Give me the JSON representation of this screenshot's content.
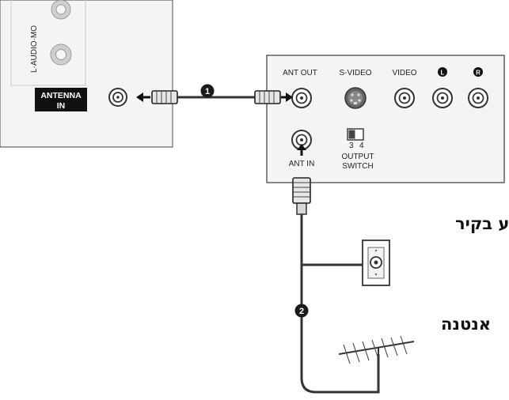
{
  "tv_panel": {
    "antenna_in_label": [
      "ANTENNA",
      "IN"
    ],
    "side_text": "L·AUDIO·MO"
  },
  "device_panel": {
    "port_labels": {
      "ant_out": "ANT OUT",
      "s_video": "S-VIDEO",
      "video": "VIDEO",
      "left": "L",
      "right": "R",
      "ant_in": "ANT IN"
    },
    "switch_label": [
      "OUTPUT",
      "SWITCH"
    ],
    "switch_marks": [
      "3",
      "4"
    ]
  },
  "callouts": {
    "step_1": "1",
    "step_2": "2"
  },
  "labels": {
    "wall_jack": "שקע בקיר",
    "antenna": "אנטנה"
  },
  "colors": {
    "panel_fill": "#f4f4f4",
    "panel_stroke": "#555555",
    "cable": "#333333",
    "badge": "#1a1a1a"
  }
}
